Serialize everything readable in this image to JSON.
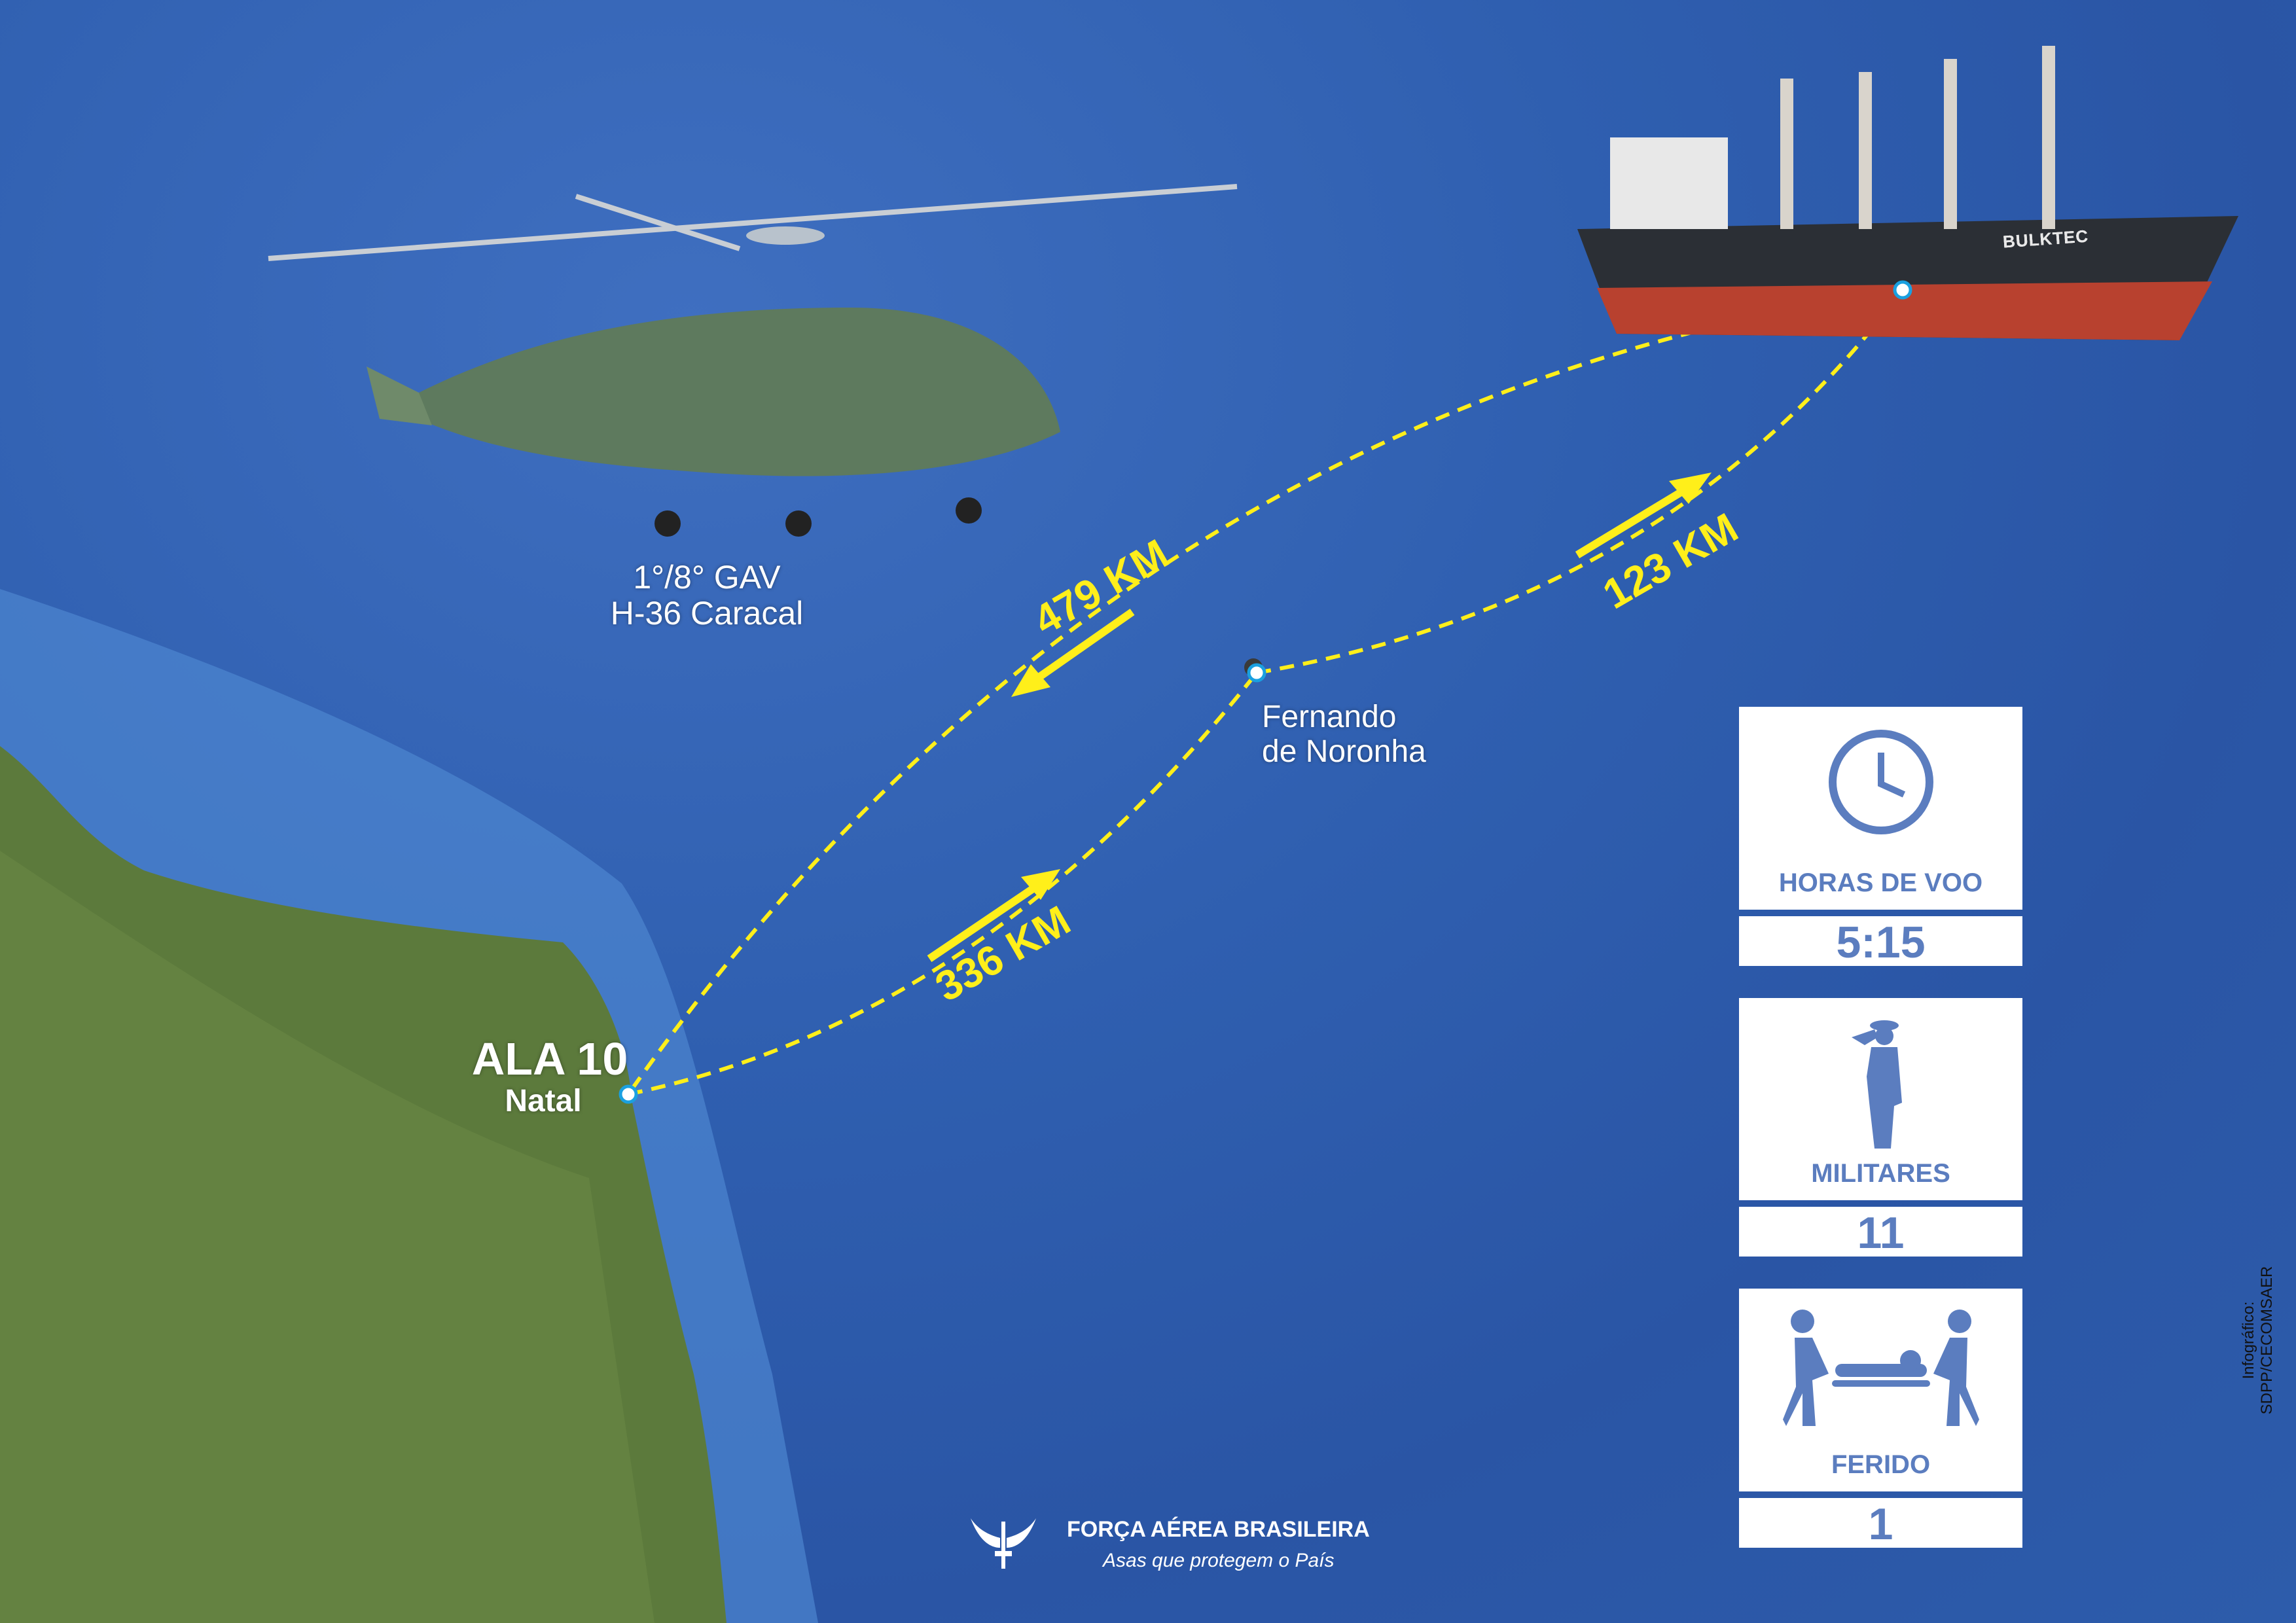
{
  "aircraft": {
    "unit": "1°/8° GAV",
    "model": "H-36 Caracal"
  },
  "ship": {
    "name": "BULKTEC"
  },
  "locations": {
    "base": {
      "name": "ALA 10",
      "city": "Natal"
    },
    "island": {
      "line1": "Fernando",
      "line2": "de Noronha"
    }
  },
  "routes": [
    {
      "label": "336 KM",
      "from": "Natal",
      "to": "Fernando de Noronha"
    },
    {
      "label": "123 KM",
      "from": "Fernando de Noronha",
      "to": "BULKTEC"
    },
    {
      "label": "479 KM",
      "from": "BULKTEC",
      "to": "Natal"
    }
  ],
  "stats": [
    {
      "icon": "clock-icon",
      "label": "HORAS DE VOO",
      "value": "5:15"
    },
    {
      "icon": "saluting-soldier-icon",
      "label": "MILITARES",
      "value": "11"
    },
    {
      "icon": "stretcher-icon",
      "label": "FERIDO",
      "value": "1"
    }
  ],
  "brand": {
    "name": "FORÇA AÉREA BRASILEIRA",
    "tagline": "Asas que protegem o País"
  },
  "credit": "Infográfico: SDPP/CECOMSAER",
  "colors": {
    "route": "#ffef1a",
    "panel_text": "#5b7dbf",
    "ocean": "#2f5fb0",
    "land": "#5c7a3c"
  }
}
